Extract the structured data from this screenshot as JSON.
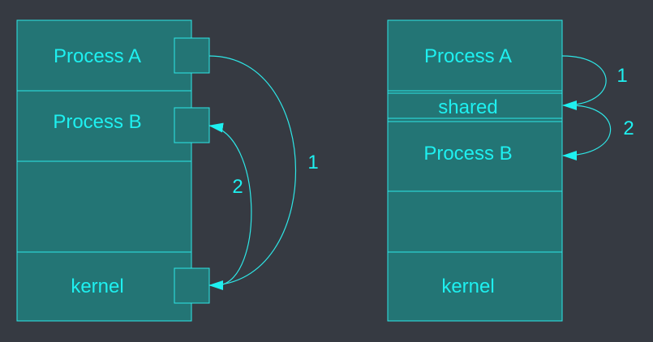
{
  "colors": {
    "background": "#363a42",
    "box_fill": "#237575",
    "stroke": "#2ee6e6",
    "text": "#1ef0f0"
  },
  "left": {
    "process_a": "Process A",
    "process_b": "Process B",
    "kernel": "kernel",
    "arrow_1": "1",
    "arrow_2": "2"
  },
  "right": {
    "process_a": "Process A",
    "shared": "shared",
    "process_b": "Process B",
    "kernel": "kernel",
    "arrow_1": "1",
    "arrow_2": "2"
  }
}
